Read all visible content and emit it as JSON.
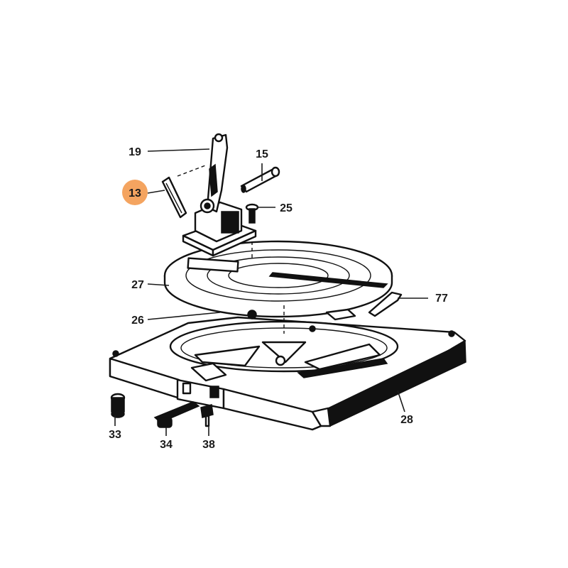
{
  "diagram": {
    "highlight_color": "#f4a460",
    "ink_color": "#111111",
    "callouts": [
      {
        "id": "19",
        "label": "19",
        "highlighted": false
      },
      {
        "id": "15",
        "label": "15",
        "highlighted": false
      },
      {
        "id": "13",
        "label": "13",
        "highlighted": true
      },
      {
        "id": "25",
        "label": "25",
        "highlighted": false
      },
      {
        "id": "27",
        "label": "27",
        "highlighted": false
      },
      {
        "id": "77",
        "label": "77",
        "highlighted": false
      },
      {
        "id": "26",
        "label": "26",
        "highlighted": false
      },
      {
        "id": "28",
        "label": "28",
        "highlighted": false
      },
      {
        "id": "33",
        "label": "33",
        "highlighted": false
      },
      {
        "id": "34",
        "label": "34",
        "highlighted": false
      },
      {
        "id": "38",
        "label": "38",
        "highlighted": false
      }
    ]
  }
}
